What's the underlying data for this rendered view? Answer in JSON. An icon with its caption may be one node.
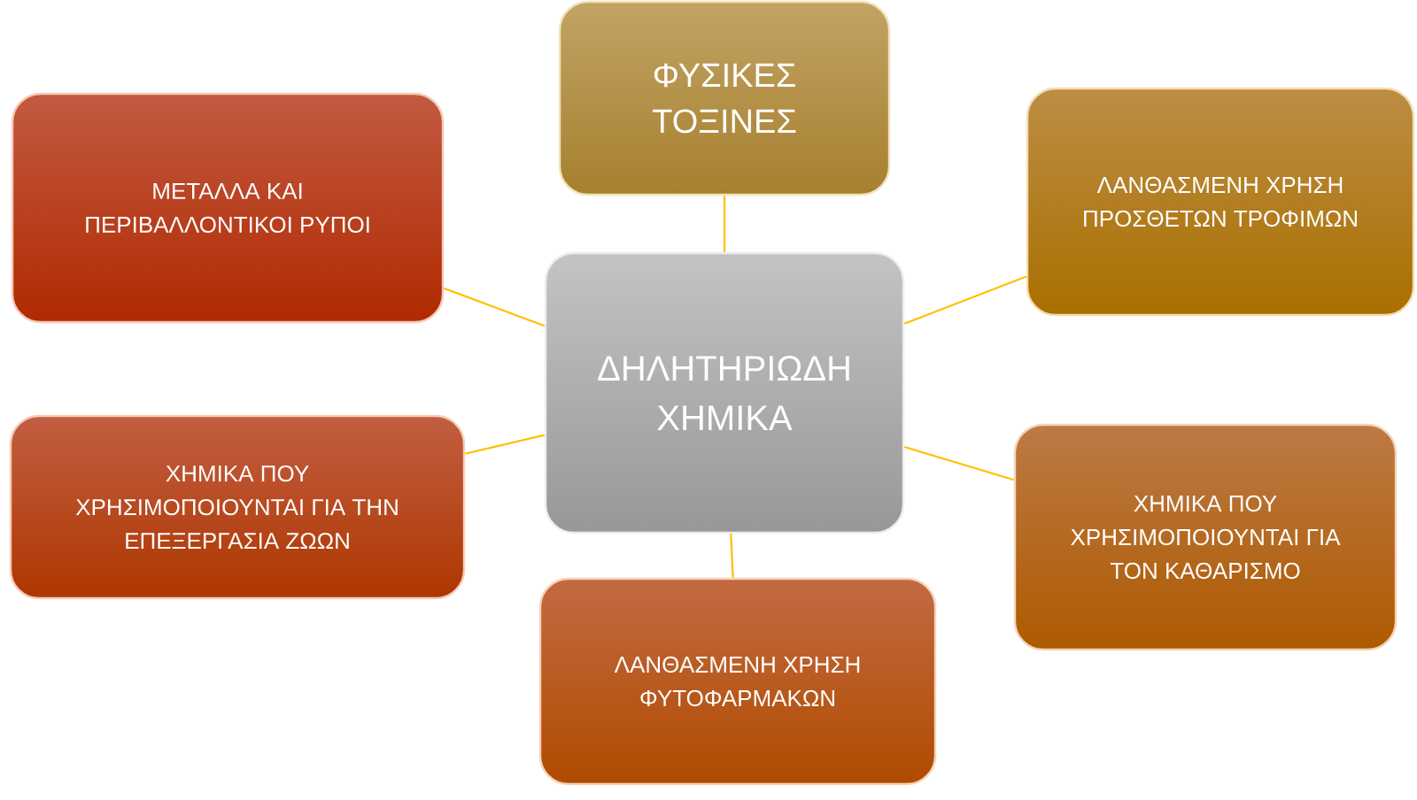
{
  "diagram": {
    "nodes": [
      {
        "text": [
          "ΦΥΣΙΚΕΣ ΤΟΞΙΝΕΣ"
        ]
      },
      {
        "text": [
          "ΜΕΤΑΛΛΑ ΚΑΙ ΠΕΡΙΒΑΛΛΟΝΤΙΚΟΙ ΡΥΠΟΙ"
        ]
      },
      {
        "text": [
          "ΛΑΝΘΑΣΜΕΝΗ ΧΡΗΣΗ ΠΡΟΣΘΕΤΩΝ ΤΡΟΦΙΜΩΝ"
        ]
      },
      {
        "text": [
          "ΔΗΛΗΤΗΡΙΩΔΗ ΧΗΜΙΚΑ"
        ]
      },
      {
        "text": [
          "ΧΗΜΙΚΑ ΠΟΥ ΧΡΗΣΙΜΟΠΟΙΟΥΝΤΑΙ ΓΙΑ ΤΗΝ ΕΠΕΞΕΡΓΑΣΙΑ ΖΩΩΝ"
        ]
      },
      {
        "text": [
          "ΧΗΜΙΚΑ ΠΟΥ ΧΡΗΣΙΜΟΠΟΙΟΥΝΤΑΙ ΓΙΑ ΤΟΝ ΚΑΘΑΡΙΣΜΟ"
        ]
      },
      {
        "text": [
          "ΛΑΝΘΑΣΜΕΝΗ ΧΡΗΣΗ ΦΥΤΟΦΑΡΜΑΚΩΝ"
        ]
      }
    ],
    "edges": [
      {
        "from": 3,
        "to": 0,
        "arrow": "none"
      },
      {
        "from": 3,
        "to": 1,
        "arrow": "none"
      },
      {
        "from": 3,
        "to": 2,
        "arrow": "none"
      },
      {
        "from": 3,
        "to": 4,
        "arrow": "none"
      },
      {
        "from": 3,
        "to": 5,
        "arrow": "none"
      },
      {
        "from": 3,
        "to": 6,
        "arrow": "none"
      }
    ]
  }
}
